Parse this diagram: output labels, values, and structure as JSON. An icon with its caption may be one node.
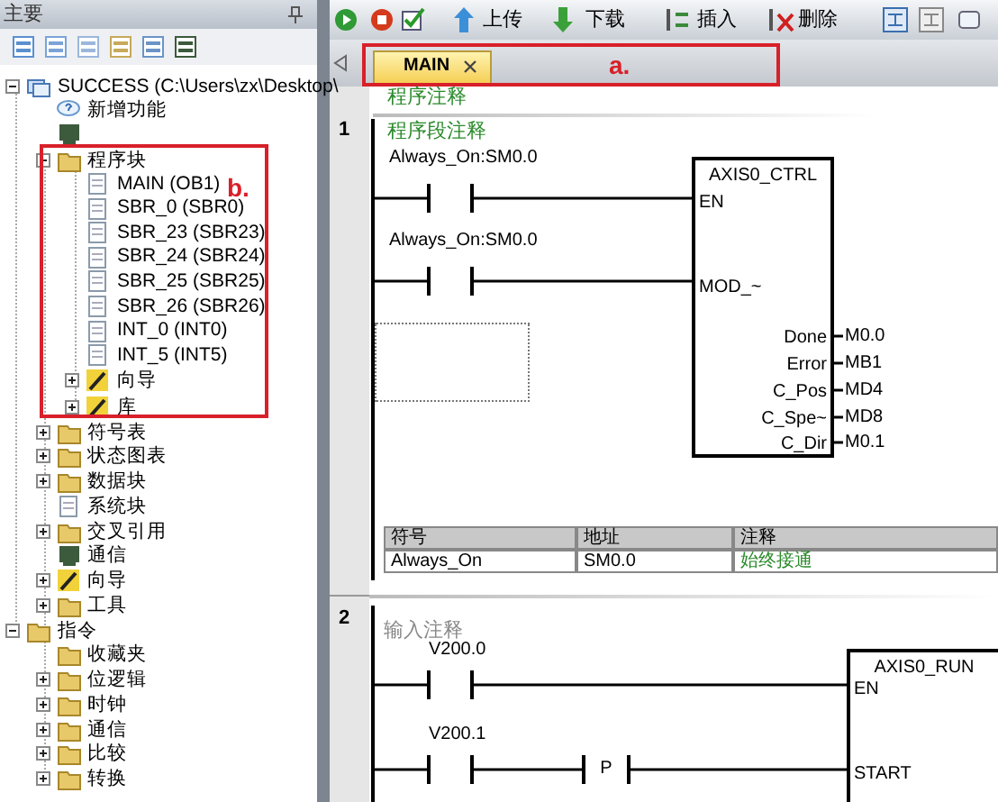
{
  "diagram": {
    "nodes": [
      {
        "text": [
          "a."
        ]
      },
      {
        "text": [
          "MAIN"
        ],
        "in": 0
      },
      {
        "text": [
          "b."
        ]
      },
      {
        "text": [
          "Always_On:SM0.0"
        ]
      },
      {
        "text": [
          "Always_On:SM0.0"
        ]
      },
      {
        "text": [],
        "shape": "box"
      },
      {
        "text": [
          "AXIS0_CTRL",
          "EN",
          "MOD_~",
          "Done",
          "Error",
          "C_Pos",
          "C_Spe~",
          "C_Dir"
        ],
        "beside": [
          "M0.0",
          "MB1",
          "MD4",
          "MD8",
          "M0.1"
        ]
      },
      {
        "text": [
          "V200.0"
        ]
      },
      {
        "text": [
          "V200.1"
        ]
      },
      {
        "text": [
          "P"
        ]
      },
      {
        "text": [
          "AXIS0_RUN",
          "EN",
          "START"
        ]
      },
      {
        "text": [],
        "shape": "bar"
      },
      {
        "text": [],
        "shape": "bar"
      }
    ],
    "edges": [
      {
        "from": 3,
        "to": 6,
        "arrow": "none"
      },
      {
        "from": 4,
        "to": 6,
        "arrow": "none"
      },
      {
        "from": 7,
        "to": 10,
        "arrow": "none"
      },
      {
        "from": 8,
        "to": 9,
        "arrow": "none"
      },
      {
        "from": 9,
        "to": 10,
        "arrow": "none"
      },
      {
        "from": 11,
        "to": 3,
        "arrow": "none"
      },
      {
        "from": 11,
        "to": 4,
        "arrow": "none"
      },
      {
        "from": 12,
        "to": 7,
        "arrow": "none"
      },
      {
        "from": 12,
        "to": 8,
        "arrow": "none"
      }
    ],
    "labels": [
      "主要",
      "上传",
      "下载",
      "插入",
      "删除",
      "SUCCESS (C:\\Users\\zx\\Desktop\\",
      "新增功能",
      "程序块",
      "MAIN (OB1)",
      "SBR_0 (SBR0)",
      "SBR_23 (SBR23)",
      "SBR_24 (SBR24)",
      "SBR_25 (SBR25)",
      "SBR_26 (SBR26)",
      "INT_0 (INT0)",
      "INT_5 (INT5)",
      "向导",
      "库",
      "符号表",
      "状态图表",
      "数据块",
      "系统块",
      "交叉引用",
      "通信",
      "向导",
      "工具",
      "指令",
      "收藏夹",
      "位逻辑",
      "时钟",
      "通信",
      "比较",
      "转换",
      "程序注释",
      "1",
      "程序段注释",
      "符号",
      "地址",
      "注释",
      "Always_On",
      "SM0.0",
      "始终接通",
      "2",
      "输入注释"
    ]
  }
}
